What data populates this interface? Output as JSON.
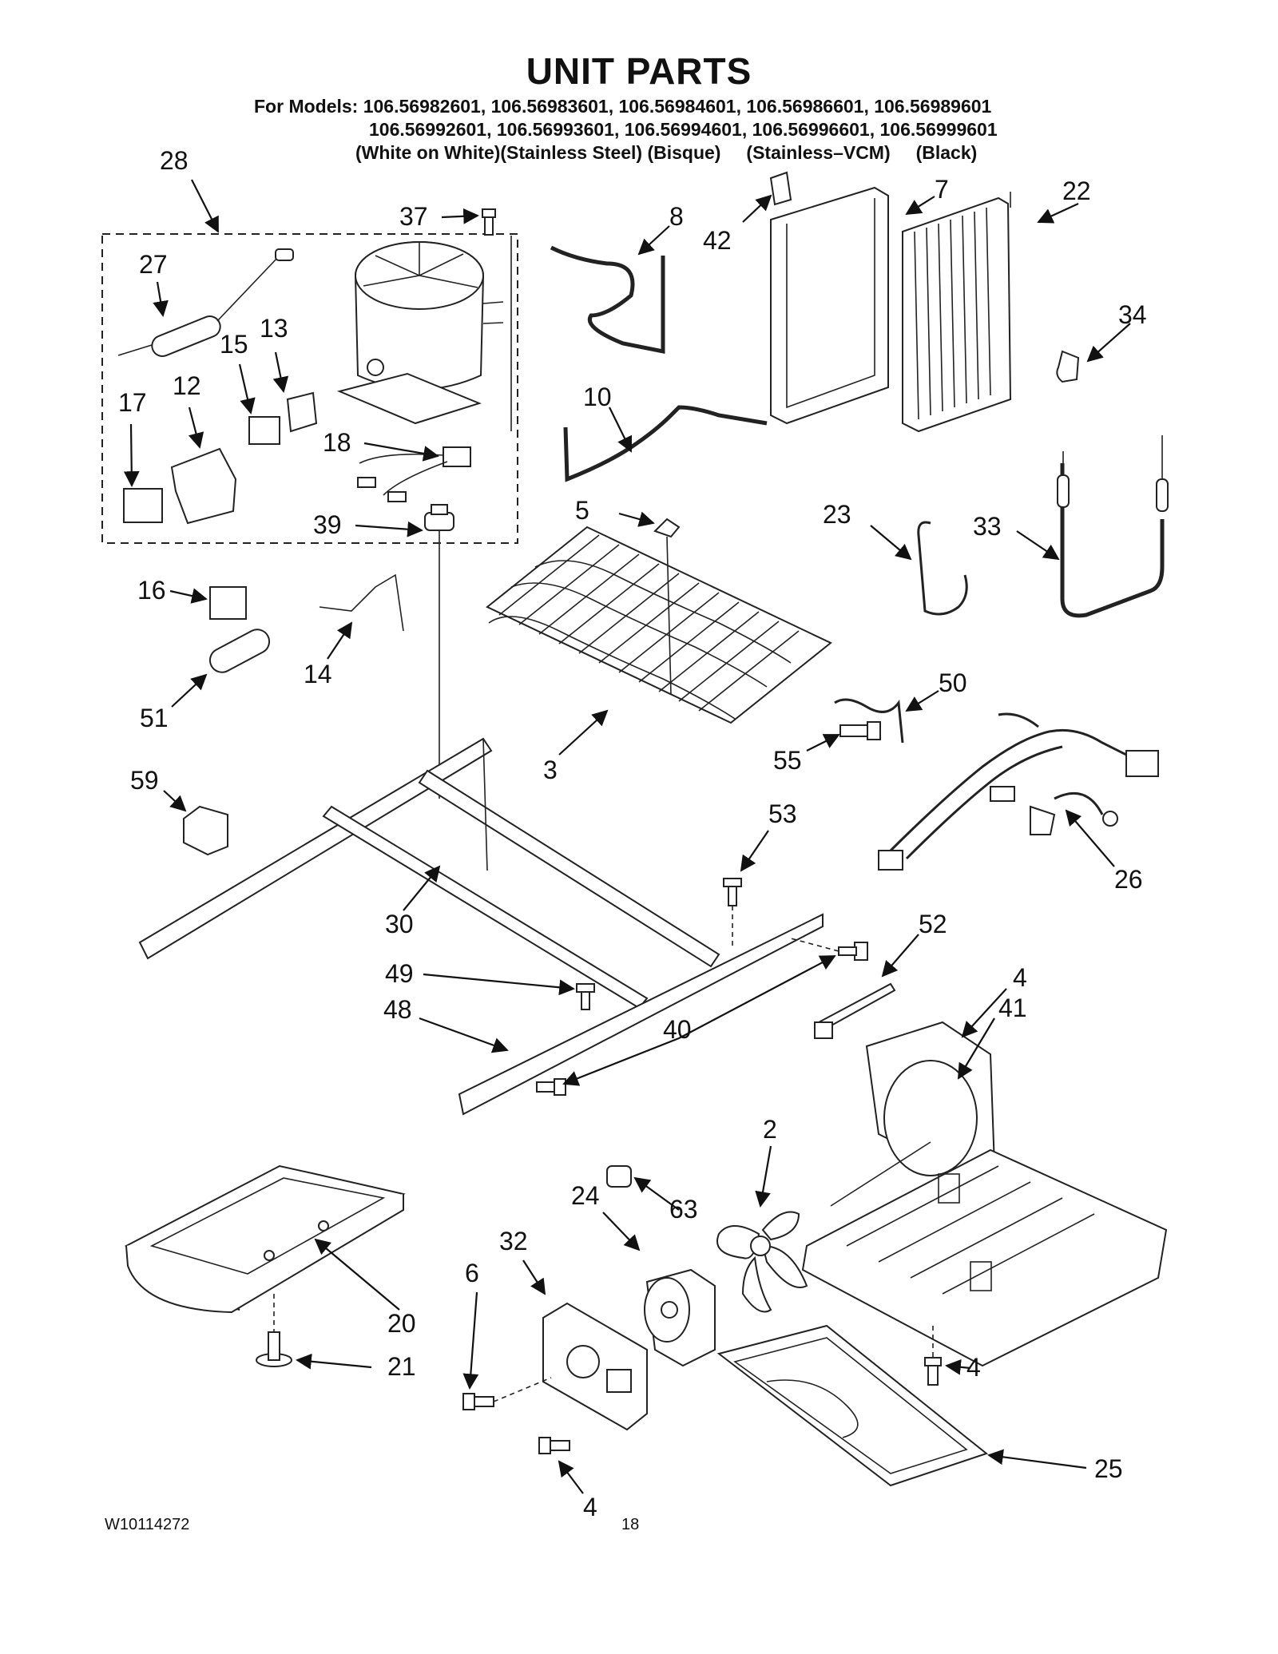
{
  "header": {
    "title": "UNIT PARTS",
    "models_line1": "For Models: 106.56982601, 106.56983601, 106.56984601, 106.56986601, 106.56989601",
    "models_line2": "106.56992601, 106.56993601, 106.56994601, 106.56996601, 106.56999601",
    "models_line3": "(White on White)(Stainless Steel) (Bisque)     (Stainless–VCM)     (Black)"
  },
  "callouts": {
    "c28": "28",
    "c37": "37",
    "c8": "8",
    "c42": "42",
    "c7": "7",
    "c22": "22",
    "c27": "27",
    "c15": "15",
    "c13": "13",
    "c12": "12",
    "c17": "17",
    "c18": "18",
    "c39": "39",
    "c10": "10",
    "c34": "34",
    "c5": "5",
    "c23": "23",
    "c33": "33",
    "c16": "16",
    "c14": "14",
    "c51": "51",
    "c50": "50",
    "c55": "55",
    "c3": "3",
    "c59": "59",
    "c53": "53",
    "c26": "26",
    "c30": "30",
    "c52": "52",
    "c49": "49",
    "c4a": "4",
    "c41": "41",
    "c48": "48",
    "c40": "40",
    "c2": "2",
    "c24": "24",
    "c63": "63",
    "c32": "32",
    "c6": "6",
    "c20": "20",
    "c21": "21",
    "c4b": "4",
    "c4c": "4",
    "c25": "25"
  },
  "footer": {
    "doc_number": "W10114272",
    "page_number": "18"
  }
}
